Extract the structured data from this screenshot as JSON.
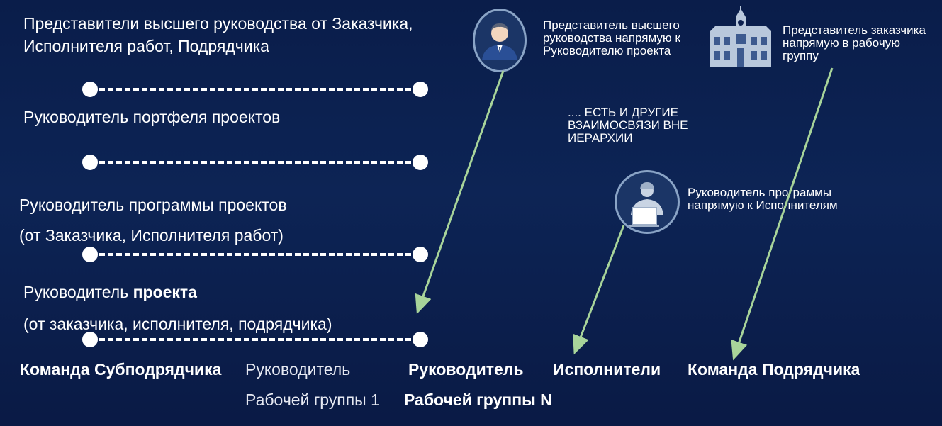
{
  "levels": [
    {
      "line1": "Представители высшего руководства от Заказчика,",
      "line2": "Исполнителя работ, Подрядчика"
    },
    {
      "line1": "Руководитель портфеля проектов"
    },
    {
      "line1": "Руководитель программы проектов",
      "line2": "(от Заказчика, Исполнителя работ)"
    },
    {
      "line1_prefix": "Руководитель ",
      "line1_bold": "проекта",
      "line2": "(от заказчика, исполнителя, подрядчика)"
    }
  ],
  "callouts": {
    "top_management": "Представитель высшего руководства напрямую к Руководителю проекта",
    "customer": "Представитель заказчика напрямую в рабочую группу",
    "other_links": ".... ЕСТЬ И ДРУГИЕ ВЗАИМОСВЯЗИ ВНЕ ИЕРАРХИИ",
    "program_manager": "Руководитель программы напрямую к Исполнителям"
  },
  "bottom": {
    "subcontractor_team": "Команда Субподрядчика",
    "wg1_line1": "Руководитель",
    "wg1_line2": "Рабочей группы 1",
    "wgn_line1": "Руководитель",
    "wgn_line2": "Рабочей группы N",
    "executors": "Исполнители",
    "contractor_team": "Команда Подрядчика"
  },
  "icons": [
    "manager-avatar-icon",
    "building-icon",
    "worker-laptop-icon"
  ],
  "colors": {
    "background": "#0b1f4e",
    "arrow": "#a8d49a",
    "line": "#ffffff"
  }
}
